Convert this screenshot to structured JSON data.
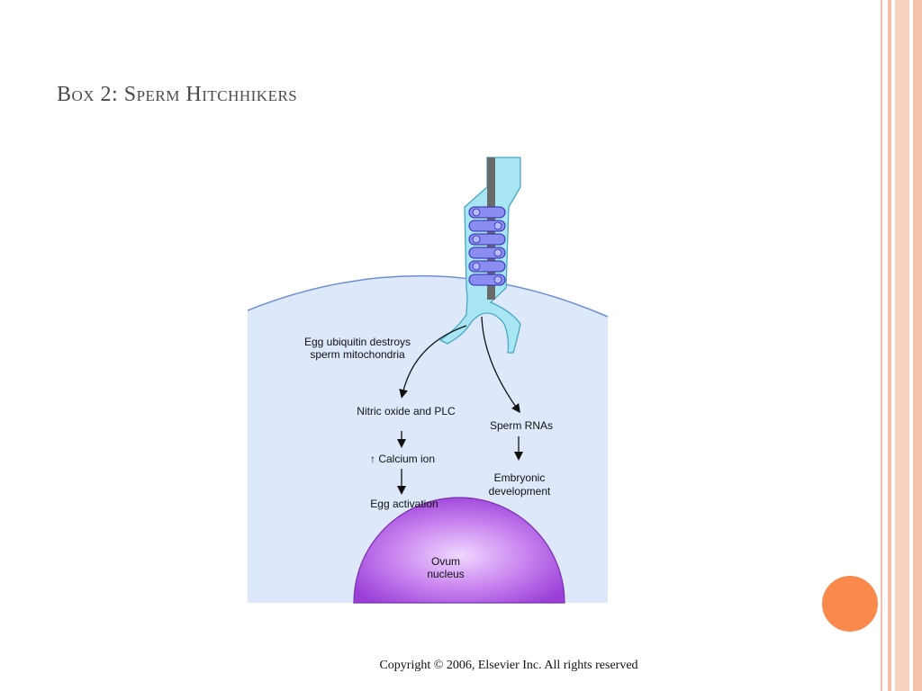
{
  "slide": {
    "title": "Box 2: Sperm Hitchhikers",
    "copyright": "Copyright © 2006, Elsevier Inc. All rights reserved"
  },
  "diagram": {
    "label_ubiquitin_line1": "Egg ubiquitin destroys",
    "label_ubiquitin_line2": "sperm mitochondria",
    "label_nitric": "Nitric oxide and PLC",
    "label_calcium": "↑ Calcium ion",
    "label_activation": "Egg activation",
    "label_rnas": "Sperm RNAs",
    "label_embryonic_line1": "Embryonic",
    "label_embryonic_line2": "development",
    "label_ovum_line1": "Ovum",
    "label_ovum_line2": "nucleus"
  },
  "colors": {
    "egg_fill": "#dde9fb",
    "egg_edge": "#6b8fd6",
    "sperm_fill": "#a8e6f3",
    "mito_fill": "#8b8ef0",
    "nucleus_fill": "#b565e6",
    "accent_dot": "#f98a4b",
    "border_stripe": "#f6c1aa"
  }
}
